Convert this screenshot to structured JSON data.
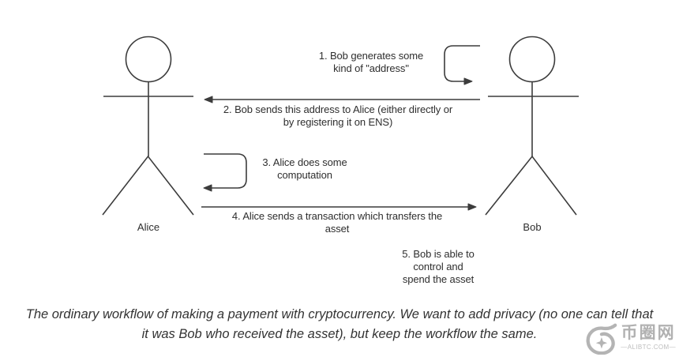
{
  "canvas": {
    "background": "#ffffff"
  },
  "diagram": {
    "actors": [
      {
        "id": "alice",
        "label": "Alice"
      },
      {
        "id": "bob",
        "label": "Bob"
      }
    ],
    "steps": [
      {
        "n": 1,
        "text": "1. Bob generates some\nkind of \"address\"",
        "arrow": "self-loop at Bob, pointing right"
      },
      {
        "n": 2,
        "text": "2. Bob sends this address to Alice (either directly or\nby registering it on ENS)",
        "arrow": "Bob to Alice, pointing left"
      },
      {
        "n": 3,
        "text": "3. Alice does some\ncomputation",
        "arrow": "self-loop at Alice, pointing left"
      },
      {
        "n": 4,
        "text": "4. Alice sends a transaction which transfers the\nasset",
        "arrow": "Alice to Bob, pointing right"
      },
      {
        "n": 5,
        "text": "5. Bob is able to\ncontrol and\nspend the asset",
        "arrow": "none"
      }
    ]
  },
  "caption": {
    "line1": "The ordinary workflow of making a payment with cryptocurrency. We want to add privacy (no one can tell that",
    "line2": "it was Bob who received the asset), but keep the workflow the same."
  },
  "watermark": {
    "site_name": "币圈网",
    "domain": "—ALIBTC.COM—"
  },
  "colors": {
    "stroke": "#3c3c3c",
    "text": "#2e2e2e",
    "caption": "#333333",
    "watermark": "#b3b3b3",
    "background": "#ffffff"
  }
}
